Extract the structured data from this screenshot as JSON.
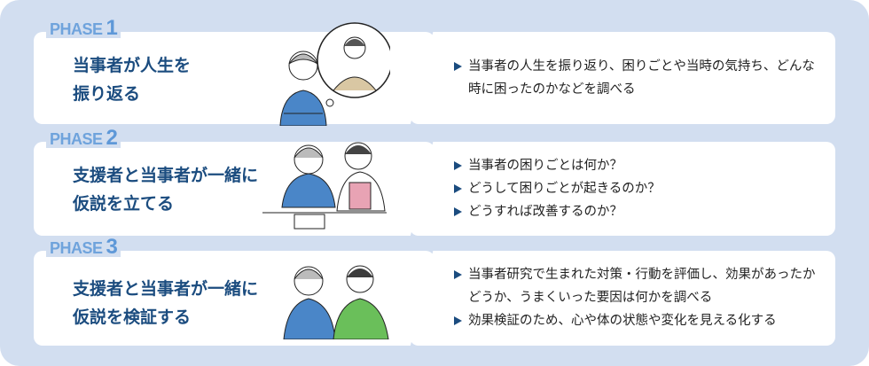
{
  "phases": [
    {
      "label": "PHASE",
      "number": "1",
      "title_lines": [
        "当事者が人生を",
        "振り返る"
      ],
      "bullets": [
        "当事者の人生を振り返り、困りごとや当時の気持ち、どんな時に困ったのかなどを調べる"
      ]
    },
    {
      "label": "PHASE",
      "number": "2",
      "title_lines": [
        "支援者と当事者が一緒に",
        "仮説を立てる"
      ],
      "bullets": [
        "当事者の困りごとは何か？",
        "どうして困りごとが起きるのか？",
        "どうすれば改善するのか？"
      ]
    },
    {
      "label": "PHASE",
      "number": "3",
      "title_lines": [
        "支援者と当事者が一緒に",
        "仮説を検証する"
      ],
      "bullets": [
        "当事者研究で生まれた対策・行動を評価し、効果があったかどうか、うまくいった要因は何かを調べる",
        "効果検証のため、心や体の状態や変化を見える化する"
      ]
    }
  ],
  "colors": {
    "background": "#d2def0",
    "title": "#1b4c7f",
    "phase": "#6fa3dc",
    "vest": "#4a86c8",
    "helper_shirt": "#6abf5a",
    "apron": "#e8a3b4"
  }
}
